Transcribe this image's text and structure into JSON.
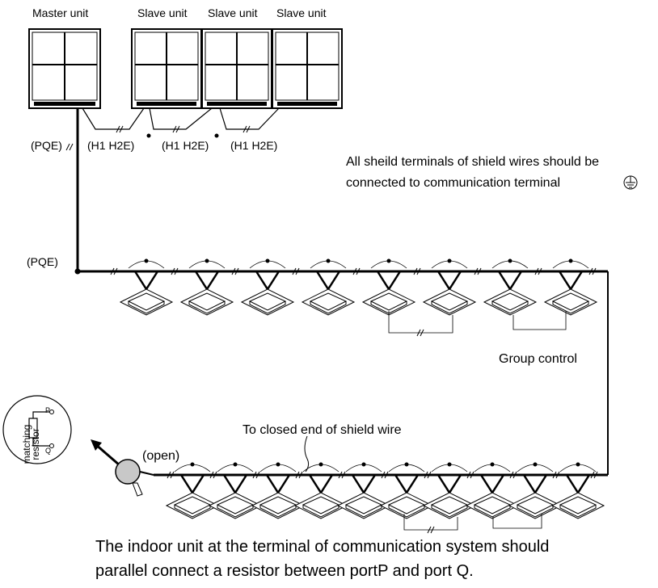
{
  "units": {
    "master_label": "Master unit",
    "slave_labels": [
      "Slave unit",
      "Slave unit",
      "Slave unit"
    ]
  },
  "ports": {
    "pqe_top": "(PQE)",
    "h1h2e": [
      "(H1 H2E)",
      "(H1 H2E)",
      "(H1 H2E)"
    ],
    "pqe_main": "(PQE)"
  },
  "notes": {
    "shield_line1": "All sheild terminals of shield wires should be",
    "shield_line2": "connected to communication terminal",
    "group_control": "Group control",
    "closed_end": "To closed end of shield wire",
    "open": "(open)",
    "bottom_line1": "The indoor unit at the terminal of communication system should",
    "bottom_line2": "parallel connect a resistor between portP and port Q."
  },
  "resistor": {
    "text_line1": "matching",
    "text_line2": "resistor",
    "port_p": "P",
    "port_q": "Q"
  },
  "indoor_rows": {
    "row1_count": 8,
    "row2_count": 10
  },
  "icons": {
    "ground": "ground-terminal-icon"
  }
}
